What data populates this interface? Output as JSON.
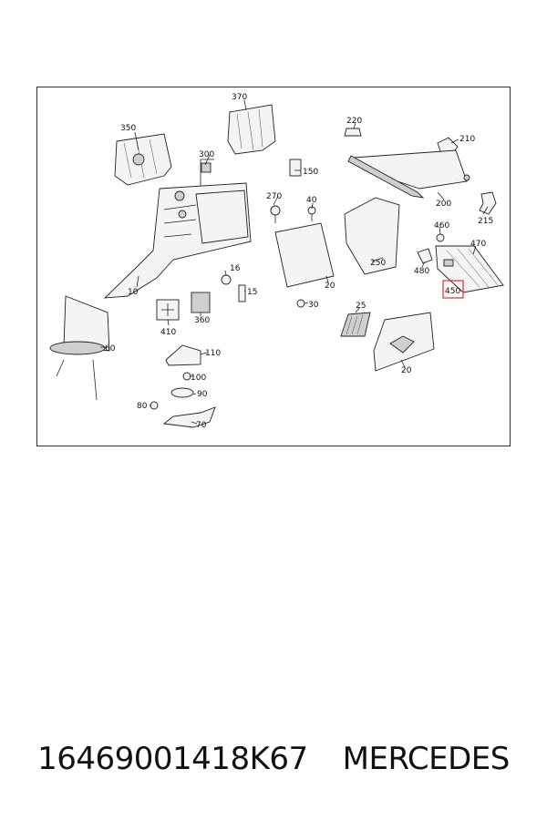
{
  "caption": {
    "part_number": "16469001418K67",
    "brand": "MERCEDES"
  },
  "diagram": {
    "highlight_color": "#e0302e",
    "highlighted_label": "450",
    "labels": {
      "p10": "10",
      "p16": "16",
      "p15": "15",
      "p20a": "20",
      "p20b": "20",
      "p25": "25",
      "p30": "30",
      "p40": "40",
      "p60": "60",
      "p70": "70",
      "p80": "80",
      "p90": "90",
      "p100": "100",
      "p110": "110",
      "p150": "150",
      "p200": "200",
      "p210": "210",
      "p215": "215",
      "p220": "220",
      "p250": "250",
      "p270": "270",
      "p300": "300",
      "p350": "350",
      "p360": "360",
      "p370": "370",
      "p410": "410",
      "p450": "450",
      "p460": "460",
      "p470": "470",
      "p480": "480"
    }
  }
}
